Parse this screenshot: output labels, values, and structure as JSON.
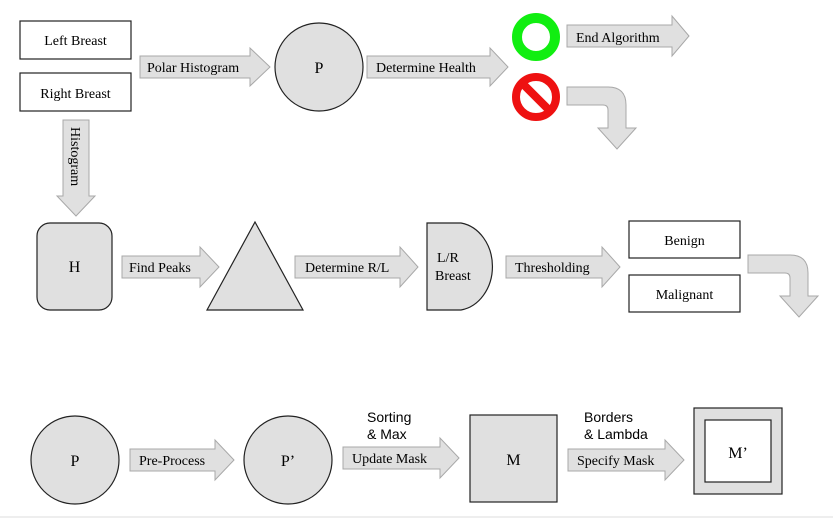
{
  "top_row": {
    "left_breast": "Left Breast",
    "right_breast": "Right Breast",
    "polar_histogram": "Polar Histogram",
    "p_node": "P",
    "determine_health": "Determine Health",
    "end_algorithm": "End Algorithm",
    "histogram": "Histogram"
  },
  "middle_row": {
    "h_node": "H",
    "find_peaks": "Find Peaks",
    "determine_rl": "Determine R/L",
    "lr_breast_line1": "L/R",
    "lr_breast_line2": "Breast",
    "thresholding": "Thresholding",
    "benign": "Benign",
    "malignant": "Malignant"
  },
  "bottom_row": {
    "p_node": "P",
    "pre_process": "Pre-Process",
    "p_prime_node": "P’",
    "sorting_note_line1": "Sorting",
    "sorting_note_line2": "& Max",
    "update_mask": "Update Mask",
    "m_node": "M",
    "borders_note_line1": "Borders",
    "borders_note_line2": "& Lambda",
    "specify_mask": "Specify Mask",
    "m_prime_node": "M’"
  },
  "colors": {
    "ok_ring": "#11ee11",
    "stop_sign": "#ee1111",
    "shape_fill": "#e0e0e0",
    "arrow_fill": "#e0e0e0"
  }
}
